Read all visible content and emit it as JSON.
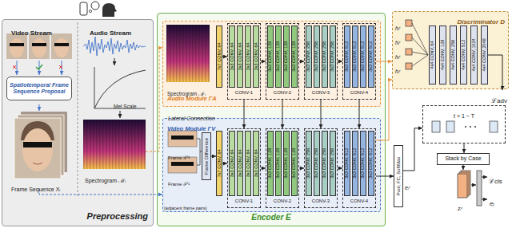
{
  "diagram": {
    "nodes": [
      {
        "text": [
          "Preprocessing"
        ]
      },
      {
        "text": [
          "Spatiotemporal Frame Sequence Proposal"
        ],
        "in": 0
      },
      {
        "text": [
          "Encoder E"
        ]
      },
      {
        "text": [
          "Audio Module ΓA"
        ],
        "in": 2
      },
      {
        "text": [
          "7x7 CONV, 64"
        ],
        "in": 3
      },
      {
        "text": [
          "CONV-1"
        ],
        "in": 3
      },
      {
        "text": [
          "3x3 CONV, 64"
        ],
        "in": 5
      },
      {
        "text": [
          "3x3 CONV, 64"
        ],
        "in": 5
      },
      {
        "text": [
          "3x3 CONV, 64"
        ],
        "in": 5
      },
      {
        "text": [
          "3x3 CONV, 64"
        ],
        "in": 5
      },
      {
        "text": [
          "CONV-2"
        ],
        "in": 3
      },
      {
        "text": [
          "3x3 CONV, 128"
        ],
        "in": 10
      },
      {
        "text": [
          "3x3 CONV, 128"
        ],
        "in": 10
      },
      {
        "text": [
          "3x3 CONV, 128"
        ],
        "in": 10
      },
      {
        "text": [
          "3x3 CONV, 128"
        ],
        "in": 10
      },
      {
        "text": [
          "CONV-3"
        ],
        "in": 3
      },
      {
        "text": [
          "3x3 CONV, 256"
        ],
        "in": 15
      },
      {
        "text": [
          "3x3 CONV, 256"
        ],
        "in": 15
      },
      {
        "text": [
          "3x3 CONV, 256"
        ],
        "in": 15
      },
      {
        "text": [
          "3x3 CONV, 256"
        ],
        "in": 15
      },
      {
        "text": [
          "CONV-4"
        ],
        "in": 3
      },
      {
        "text": [
          "3x3 CONV, 512"
        ],
        "in": 20
      },
      {
        "text": [
          "3x3 CONV, 512"
        ],
        "in": 20
      },
      {
        "text": [
          "3x3 CONV, 512"
        ],
        "in": 20
      },
      {
        "text": [
          "3x3 CONV, 512"
        ],
        "in": 20
      },
      {
        "text": [
          "Video Module ΓV"
        ],
        "in": 2
      },
      {
        "text": [
          "Frame Difference"
        ],
        "in": 25
      },
      {
        "text": [
          "7x7 CONV, 64"
        ],
        "in": 25
      },
      {
        "text": [
          "CONV-1"
        ],
        "in": 25
      },
      {
        "text": [
          "3x3 CONV, 64"
        ],
        "in": 28
      },
      {
        "text": [
          "3x3 CONV, 64"
        ],
        "in": 28
      },
      {
        "text": [
          "3x3 CONV, 64"
        ],
        "in": 28
      },
      {
        "text": [
          "3x3 CONV, 64"
        ],
        "in": 28
      },
      {
        "text": [
          "CONV-2"
        ],
        "in": 25
      },
      {
        "text": [
          "3x3 CONV, 128"
        ],
        "in": 33
      },
      {
        "text": [
          "3x3 CONV, 128"
        ],
        "in": 33
      },
      {
        "text": [
          "3x3 CONV, 128"
        ],
        "in": 33
      },
      {
        "text": [
          "3x3 CONV, 128"
        ],
        "in": 33
      },
      {
        "text": [
          "CONV-3"
        ],
        "in": 25
      },
      {
        "text": [
          "3x3 CONV, 256"
        ],
        "in": 38
      },
      {
        "text": [
          "3x3 CONV, 256"
        ],
        "in": 38
      },
      {
        "text": [
          "3x3 CONV, 256"
        ],
        "in": 38
      },
      {
        "text": [
          "3x3 CONV, 256"
        ],
        "in": 38
      },
      {
        "text": [
          "CONV-4"
        ],
        "in": 25
      },
      {
        "text": [
          "3x3 CONV, 512"
        ],
        "in": 43
      },
      {
        "text": [
          "3x3 CONV, 512"
        ],
        "in": 43
      },
      {
        "text": [
          "3x3 CONV, 512"
        ],
        "in": 43
      },
      {
        "text": [
          "3x3 CONV, 512"
        ],
        "in": 43
      },
      {
        "text": [
          "Discriminator D"
        ]
      },
      {
        "text": [
          "4x4 CONV, 64"
        ],
        "in": 48
      },
      {
        "text": [
          "4x4 CONV, 128"
        ],
        "in": 48
      },
      {
        "text": [
          "4x4 CONV, 256"
        ],
        "in": 48
      },
      {
        "text": [
          "4x4 CONV, 512"
        ],
        "in": 48
      },
      {
        "text": [
          "4x4 CONV, 1024"
        ],
        "in": 48
      },
      {
        "text": [
          "4x4 CONV, 2048"
        ],
        "in": 48
      },
      {
        "text": [
          "Pool, FC, SoftMax"
        ]
      },
      {
        "text": [
          "t = 1 ~ T"
        ]
      },
      {
        "text": [
          "Stack by Case"
        ]
      }
    ],
    "edges": [
      {
        "from": 0,
        "to": 3,
        "arrow": "to"
      },
      {
        "from": 0,
        "to": 25,
        "arrow": "to"
      },
      {
        "from": 4,
        "to": 5,
        "arrow": "to"
      },
      {
        "from": 5,
        "to": 10,
        "arrow": "to"
      },
      {
        "from": 10,
        "to": 15,
        "arrow": "to"
      },
      {
        "from": 15,
        "to": 20,
        "arrow": "to"
      },
      {
        "from": 26,
        "to": 27,
        "arrow": "to"
      },
      {
        "from": 27,
        "to": 28,
        "arrow": "to"
      },
      {
        "from": 28,
        "to": 33,
        "arrow": "to"
      },
      {
        "from": 33,
        "to": 38,
        "arrow": "to"
      },
      {
        "from": 38,
        "to": 43,
        "arrow": "to"
      },
      {
        "from": 5,
        "to": 28,
        "arrow": "to"
      },
      {
        "from": 10,
        "to": 33,
        "arrow": "to"
      },
      {
        "from": 15,
        "to": 38,
        "arrow": "to"
      },
      {
        "from": 20,
        "to": 43,
        "arrow": "to"
      },
      {
        "from": 43,
        "to": 55,
        "arrow": "to"
      },
      {
        "from": 20,
        "to": 48,
        "arrow": "to"
      },
      {
        "from": 43,
        "to": 48,
        "arrow": "to"
      },
      {
        "from": 55,
        "to": 56,
        "arrow": "to"
      },
      {
        "from": 56,
        "to": 57,
        "arrow": "to"
      }
    ],
    "labels": [
      "Video Stream",
      "Audio Stream",
      "Mel Scale",
      "Spectrogram ℳᵢ",
      "Frame Sequence Xᵢ",
      "Spectrogram ℳᵢ",
      "Lateral Connection",
      "Frame ℱᵗ²",
      "Frame ℱᵗ¹",
      "(adjacent frame pairs)",
      "hᵢᵗ",
      "hᵢᵗ",
      "hᵢᵗ",
      "hᵢᵗ",
      "ℒadv",
      "eᵢᵗ",
      "zᵢᵗ",
      "ℒcls",
      "eᵢ"
    ]
  }
}
